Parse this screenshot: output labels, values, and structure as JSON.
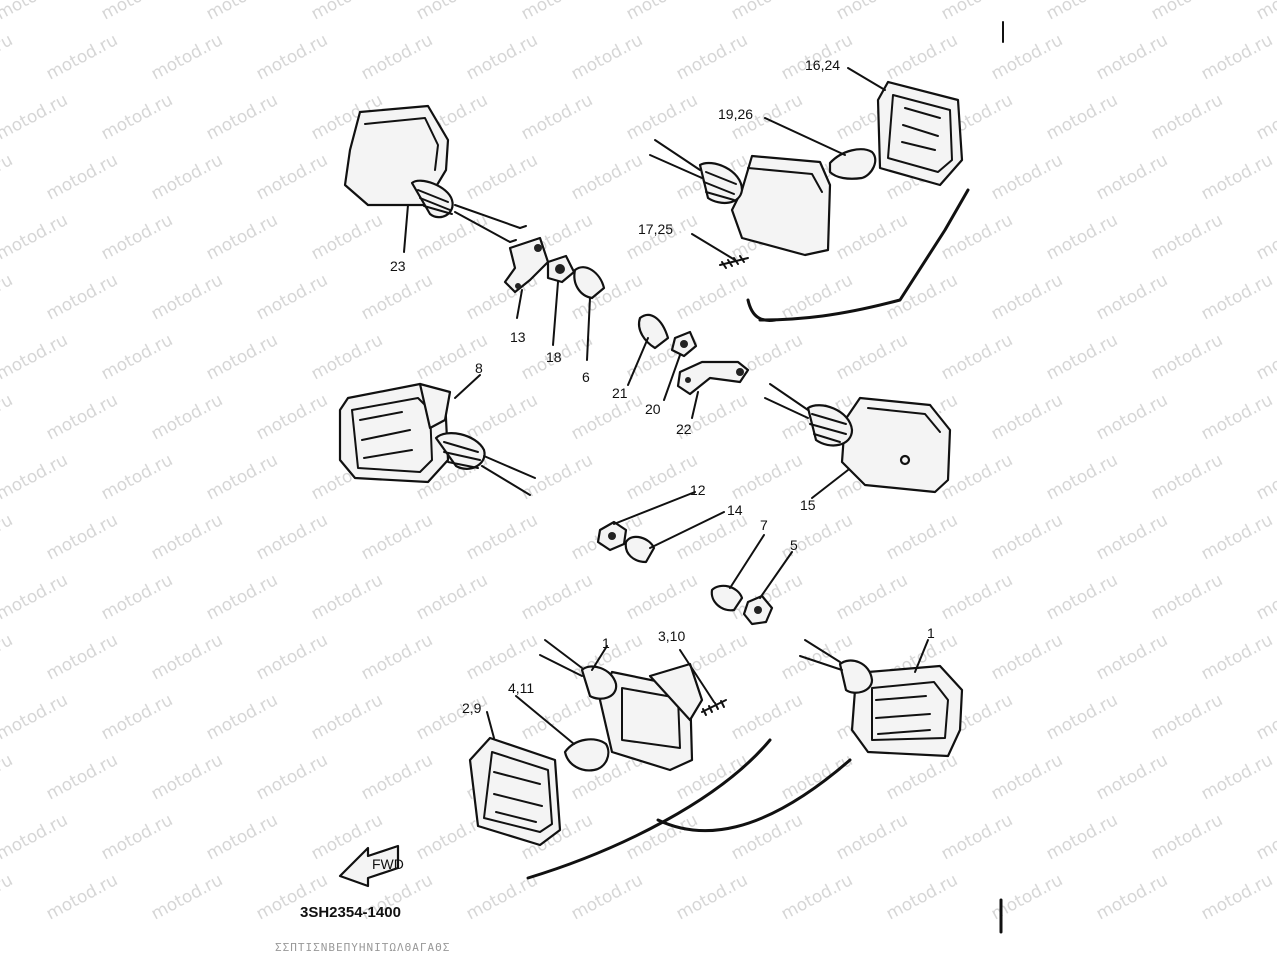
{
  "watermark": "motod.ru",
  "part_code": "3SH2354-1400",
  "footer_text": "ΣΣΠΤΙΣΝΒΕΠΥΗΝΙΤΩΛΘΑΓΑΘΣ",
  "fwd_label": "FWD",
  "callouts": {
    "c16_24": "16,24",
    "c19_26": "19,26",
    "c17_25": "17,25",
    "c23": "23",
    "c13": "13",
    "c18": "18",
    "c6": "6",
    "c8": "8",
    "c21": "21",
    "c20": "20",
    "c22": "22",
    "c15": "15",
    "c12": "12",
    "c14": "14",
    "c7": "7",
    "c5": "5",
    "c1a": "1",
    "c1b": "1",
    "c3_10": "3,10",
    "c4_11": "4,11",
    "c2_9": "2,9"
  }
}
